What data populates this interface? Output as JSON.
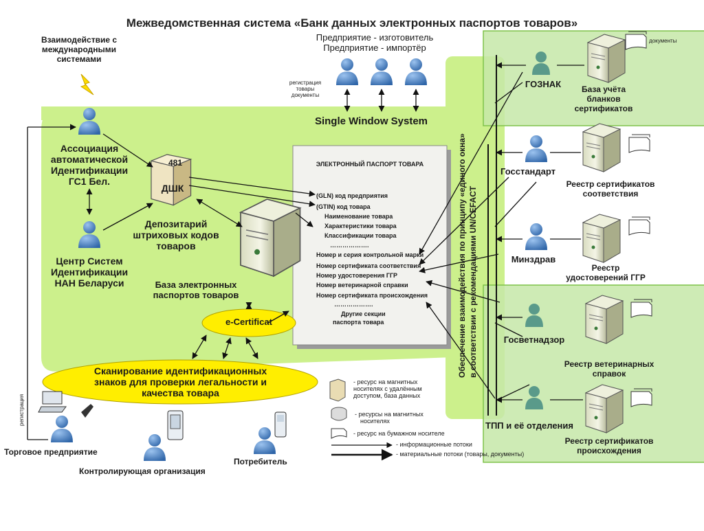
{
  "title": "Межведомственная система «Банк данных электронных паспортов товаров»",
  "system_label": "Single Window System",
  "vertical_band": {
    "line1": "Обеспечение взаимодействия по принципу «единого окна»",
    "line2": "в соответствии с рекомендациями UN/CEFACT"
  },
  "manufacturers": {
    "line1": "Предприятие - изготовитель",
    "line2": "Предприятие - импортёр",
    "registration_note_l1": "регистрация",
    "registration_note_l2": "товары",
    "registration_note_l3": "документы"
  },
  "international": {
    "l1": "Взаимодействие с",
    "l2": "международными",
    "l3": "системами"
  },
  "association": {
    "l1": "Ассоциация",
    "l2": "автоматической",
    "l3": "Идентификации",
    "l4": "ГС1 Бел."
  },
  "center": {
    "l1": "Центр Систем",
    "l2": "Идентификации",
    "l3": "НАН Беларуси"
  },
  "depository": {
    "code": "481",
    "name": "ДШК",
    "l1": "Депозитарий",
    "l2": "штриховых кодов",
    "l3": "товаров"
  },
  "database": {
    "l1": "База электронных",
    "l2": "паспортов товаров"
  },
  "ecert": "e-Certificat",
  "scanning": {
    "l1": "Сканирование идентификационных",
    "l2": "знаков для проверки легальности и",
    "l3": "качества товара"
  },
  "passport": {
    "header": "ЭЛЕКТРОННЫЙ ПАСПОРТ ТОВАРА",
    "lines": [
      "(GLN) код предприятия",
      "(GTIN) код товара",
      "Наименование товара",
      "Характеристики товара",
      "Классификации товара",
      "……………….",
      "Номер  и серия контрольной марки",
      "Номер сертификата соответствия",
      "Номер удостоверения ГГР",
      "Номер ветеринарной справки",
      "Номер сертификата происхождения",
      "……………….",
      "Другие секции",
      "паспорта товара"
    ]
  },
  "agencies": [
    {
      "name": "ГОЗНАК",
      "db_l1": "База учёта",
      "db_l2": "бланков",
      "db_l3": "сертификатов",
      "doc": "документы"
    },
    {
      "name": "Госстандарт",
      "db_l1": "Реестр сертификатов",
      "db_l2": "соответствия"
    },
    {
      "name": "Минздрав",
      "db_l1": "Реестр",
      "db_l2": "удостоверений ГГР"
    },
    {
      "name": "Госветнадзор",
      "db_l1": "Реестр ветеринарных",
      "db_l2": "справок"
    },
    {
      "name": "ТПП и её отделения",
      "db_l1": "Реестр сертификатов",
      "db_l2": "происхождения"
    }
  ],
  "bottom": {
    "trade": "Торговое предприятие",
    "control": "Контролирующая организация",
    "consumer": "Потребитель",
    "registration_vertical": "регистрация"
  },
  "legend": {
    "server": "- ресурс на магнитных носителях с удалённым доступом, база данных",
    "server_l1": "- ресурс на магнитных",
    "server_l2": "носителях с удалённым",
    "server_l3": "доступом, база данных",
    "disk_l1": "- ресурсы на магнитных",
    "disk_l2": "носителях",
    "paper": "- ресурс на бумажном носителе",
    "info": "- информационные потоки",
    "material": "- материальные потоки (товары, документы)"
  },
  "colors": {
    "green_area": "#ccf08c",
    "agency_box": "#c6e8a8",
    "agency_border": "#7fc24a",
    "person": "#4f84c4",
    "yellow": "#ffee00",
    "passport_bg": "#f2f2ee",
    "passport_frame": "#9a9a9a"
  }
}
